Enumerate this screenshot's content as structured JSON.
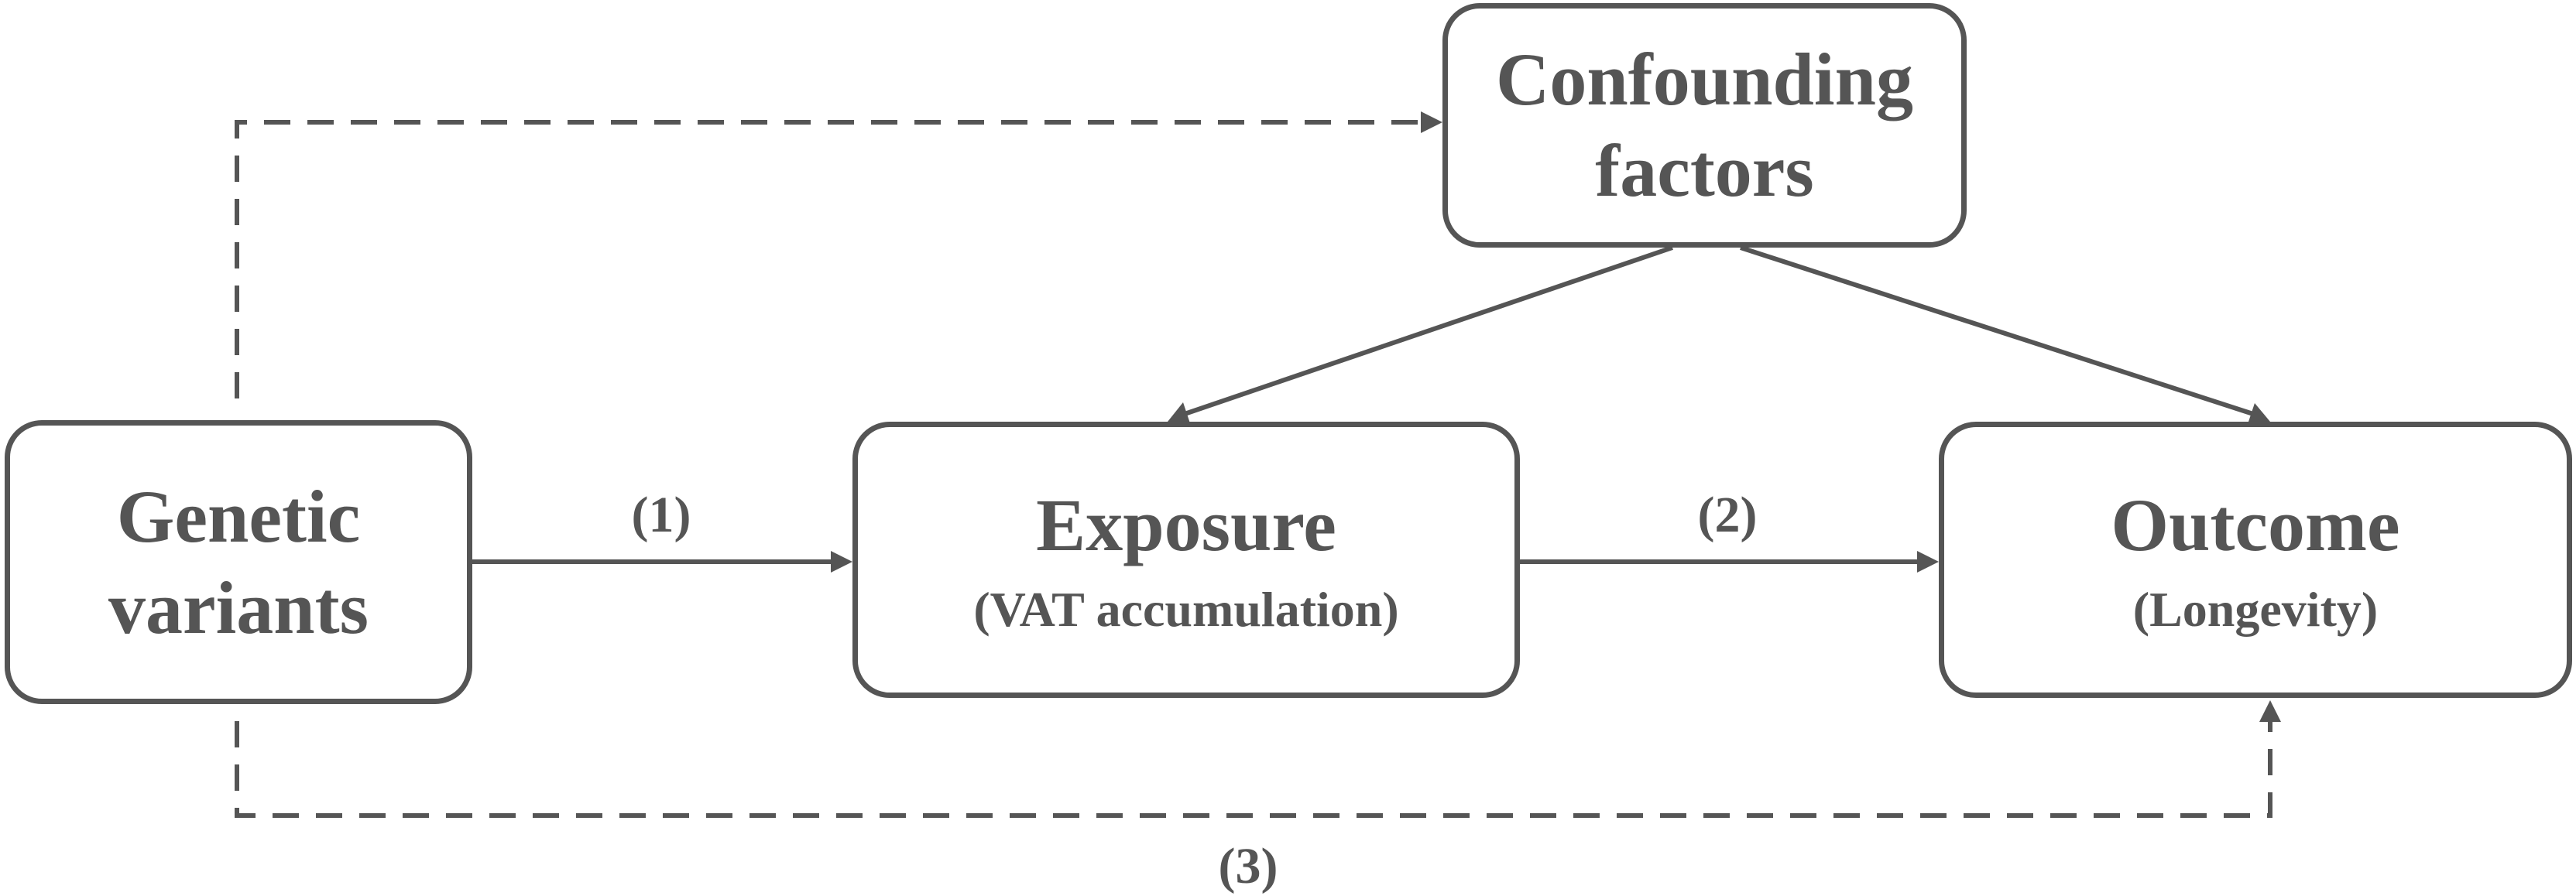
{
  "nodes": {
    "genetic": {
      "title": "Genetic\nvariants"
    },
    "confounding": {
      "title": "Confounding\nfactors"
    },
    "exposure": {
      "title": "Exposure",
      "subtitle": "(VAT accumulation)"
    },
    "outcome": {
      "title": "Outcome",
      "subtitle": "(Longevity)"
    }
  },
  "edges": {
    "path1_label": "(1)",
    "path2_label": "(2)",
    "path3_label": "(3)"
  },
  "colors": {
    "stroke": "#555555",
    "text": "#555555",
    "background": "#ffffff"
  }
}
